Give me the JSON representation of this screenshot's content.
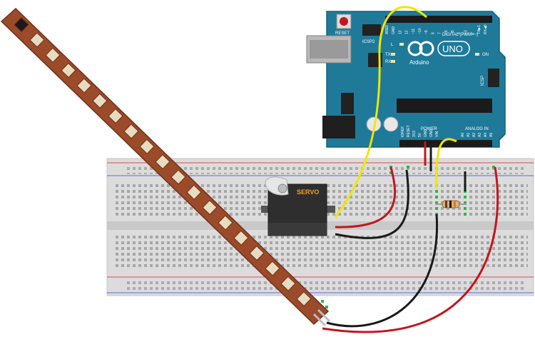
{
  "arduino": {
    "board_name": "UNO",
    "brand": "Arduino",
    "reset_label": "RESET",
    "icsp2_label": "ICSP2",
    "icsp_label": "ICSP",
    "digital_label": "DIGITAL (PWM=~)",
    "power_label": "POWER",
    "analog_label": "ANALOG IN",
    "on_label": "ON",
    "led_l": "L",
    "led_tx": "TX",
    "led_rx": "RX",
    "digital_pins": [
      "AREF",
      "GND",
      "13",
      "12",
      "~11",
      "~10",
      "~9",
      "8",
      "7",
      "~6",
      "~5",
      "4",
      "~3",
      "2",
      "TX▶1",
      "RX◀0"
    ],
    "power_pins": [
      "IOREF",
      "RESET",
      "3V3",
      "5V",
      "GND",
      "GND",
      "VIN"
    ],
    "analog_pins": [
      "A0",
      "A1",
      "A2",
      "A3",
      "A4",
      "A5"
    ],
    "color": "#1f7a9a"
  },
  "servo": {
    "label": "SERVO",
    "body_color": "#2e2e2e",
    "label_color": "#f0a020"
  },
  "flex_sensor": {
    "color": "#9b4a2a",
    "segments": 19
  },
  "wires": {
    "signal_color": "#f2e500",
    "power_color": "#c4161c",
    "ground_color": "#1a1a1a"
  }
}
